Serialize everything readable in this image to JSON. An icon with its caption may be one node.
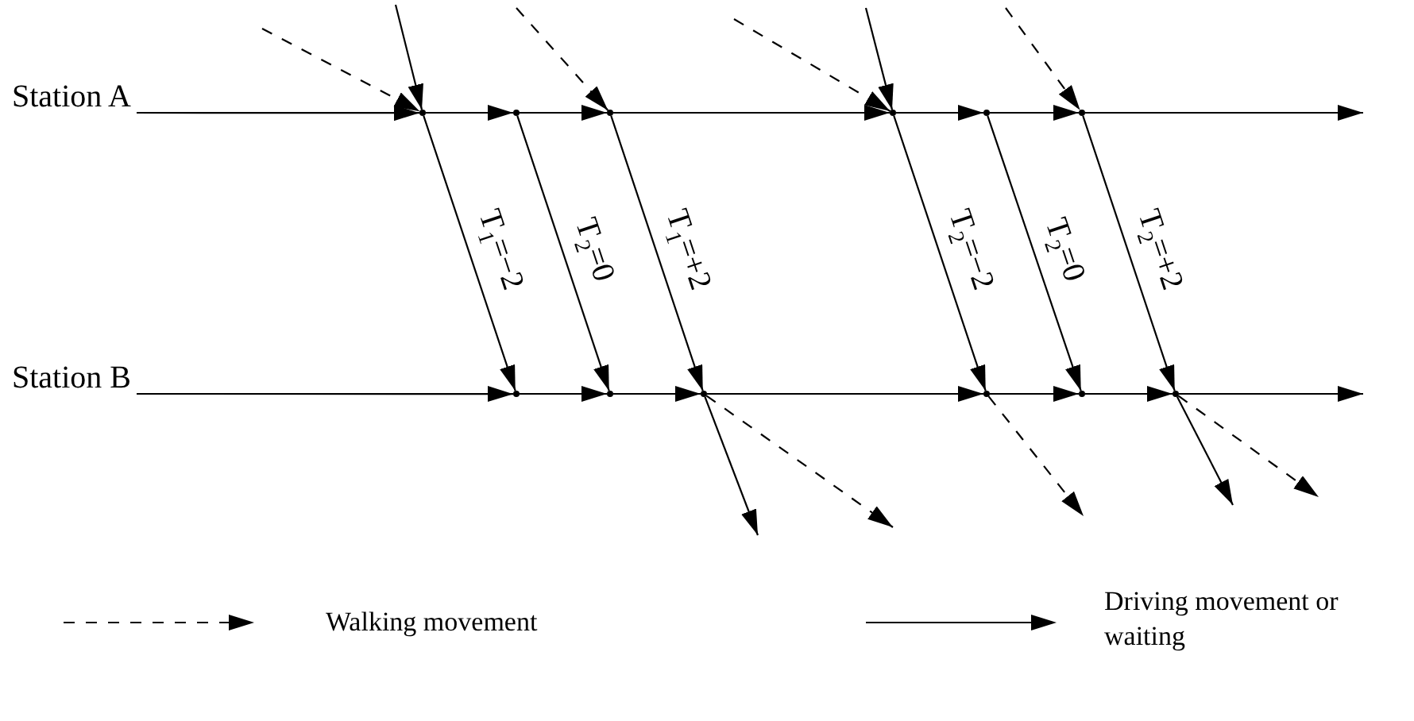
{
  "diagram": {
    "nodes": [
      {
        "text": [
          "Station A"
        ]
      },
      {
        "text": [
          "Station B"
        ]
      },
      {
        "text": [],
        "shape": "point"
      },
      {
        "text": [],
        "shape": "point"
      },
      {
        "text": [],
        "shape": "point"
      },
      {
        "text": [],
        "shape": "point"
      },
      {
        "text": [],
        "shape": "point"
      },
      {
        "text": [],
        "shape": "point"
      },
      {
        "text": [],
        "shape": "point"
      },
      {
        "text": [],
        "shape": "point"
      },
      {
        "text": [],
        "shape": "point"
      },
      {
        "text": [],
        "shape": "point"
      },
      {
        "text": [],
        "shape": "point"
      },
      {
        "text": [],
        "shape": "point"
      }
    ],
    "edges": [
      {
        "from": 0,
        "to": 2,
        "arrow": "to"
      },
      {
        "from": 2,
        "to": 3,
        "arrow": "to"
      },
      {
        "from": 3,
        "to": 4,
        "arrow": "to"
      },
      {
        "from": 4,
        "to": 5,
        "arrow": "to"
      },
      {
        "from": 5,
        "to": 6,
        "arrow": "to"
      },
      {
        "from": 6,
        "to": 7,
        "arrow": "to"
      },
      {
        "from": 7,
        "to": null,
        "arrow": "to"
      },
      {
        "from": 1,
        "to": 8,
        "arrow": "to"
      },
      {
        "from": 8,
        "to": 9,
        "arrow": "to"
      },
      {
        "from": 9,
        "to": 10,
        "arrow": "to"
      },
      {
        "from": 10,
        "to": 11,
        "arrow": "to"
      },
      {
        "from": 11,
        "to": 12,
        "arrow": "to"
      },
      {
        "from": 12,
        "to": 13,
        "arrow": "to"
      },
      {
        "from": 13,
        "to": null,
        "arrow": "to"
      },
      {
        "from": null,
        "to": 2,
        "arrow": "to"
      },
      {
        "from": 2,
        "to": 8,
        "label": "T$_{1}$=−2",
        "arrow": "to"
      },
      {
        "from": 3,
        "to": 9,
        "label": "T$_{2}$=0",
        "arrow": "to"
      },
      {
        "from": 4,
        "to": 10,
        "label": "T$_{1}$=+2",
        "arrow": "to"
      },
      {
        "from": null,
        "to": 5,
        "arrow": "to"
      },
      {
        "from": 5,
        "to": 11,
        "label": "T$_{2}$=−2",
        "arrow": "to"
      },
      {
        "from": 6,
        "to": 12,
        "label": "T$_{2}$=0",
        "arrow": "to"
      },
      {
        "from": 7,
        "to": 13,
        "label": "T$_{2}$=+2",
        "arrow": "to"
      },
      {
        "from": 10,
        "to": null,
        "arrow": "to"
      },
      {
        "from": 13,
        "to": null,
        "arrow": "to"
      },
      {
        "from": null,
        "to": 2,
        "arrow": "to",
        "style": "dashed"
      },
      {
        "from": null,
        "to": 4,
        "arrow": "to",
        "style": "dashed"
      },
      {
        "from": null,
        "to": 5,
        "arrow": "to",
        "style": "dashed"
      },
      {
        "from": null,
        "to": 7,
        "arrow": "to",
        "style": "dashed"
      },
      {
        "from": 10,
        "to": null,
        "arrow": "to",
        "style": "dashed"
      },
      {
        "from": 11,
        "to": null,
        "arrow": "to",
        "style": "dashed"
      },
      {
        "from": 13,
        "to": null,
        "arrow": "to",
        "style": "dashed"
      }
    ],
    "legend": [
      {
        "text": "Walking movement"
      },
      {
        "text": "Driving movement or waiting"
      }
    ]
  }
}
